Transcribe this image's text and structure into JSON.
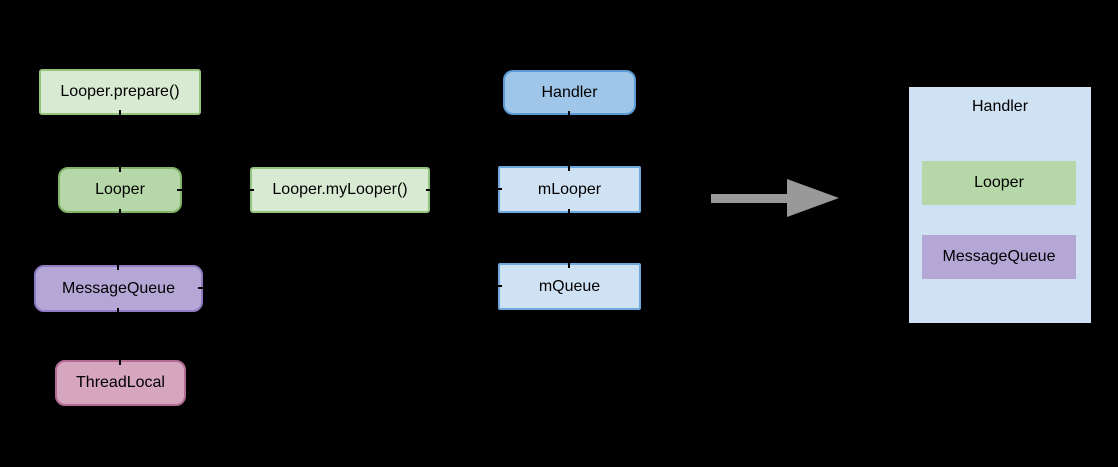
{
  "diagram": {
    "background": "#000000",
    "left_column": [
      {
        "label": "Looper.prepare()",
        "fill": "#d9ead3",
        "border": "#93c47d",
        "shape": "rectangle"
      },
      {
        "label": "Looper",
        "fill": "#b6d7a8",
        "border": "#82b366",
        "shape": "rounded"
      },
      {
        "label": "MessageQueue",
        "fill": "#b4a7d6",
        "border": "#8e7cc3",
        "shape": "rounded"
      },
      {
        "label": "ThreadLocal",
        "fill": "#d5a6bd",
        "border": "#b26c94",
        "shape": "rounded"
      }
    ],
    "middle_column": [
      {
        "label": "Looper.myLooper()",
        "fill": "#d9ead3",
        "border": "#93c47d",
        "shape": "rectangle"
      }
    ],
    "right_column": [
      {
        "label": "Handler",
        "fill": "#9fc5e8",
        "border": "#5b9bd5",
        "shape": "rounded"
      },
      {
        "label": "mLooper",
        "fill": "#cfe2f3",
        "border": "#6fa8dc",
        "shape": "rectangle"
      },
      {
        "label": "mQueue",
        "fill": "#cfe2f3",
        "border": "#6fa8dc",
        "shape": "rectangle"
      }
    ],
    "arrow": {
      "direction": "right",
      "color": "#999999"
    },
    "result_box": {
      "title": "Handler",
      "fill": "#cfe2f3",
      "children": [
        {
          "label": "Looper",
          "fill": "#b6d7a8"
        },
        {
          "label": "MessageQueue",
          "fill": "#b4a7d6"
        }
      ]
    }
  }
}
